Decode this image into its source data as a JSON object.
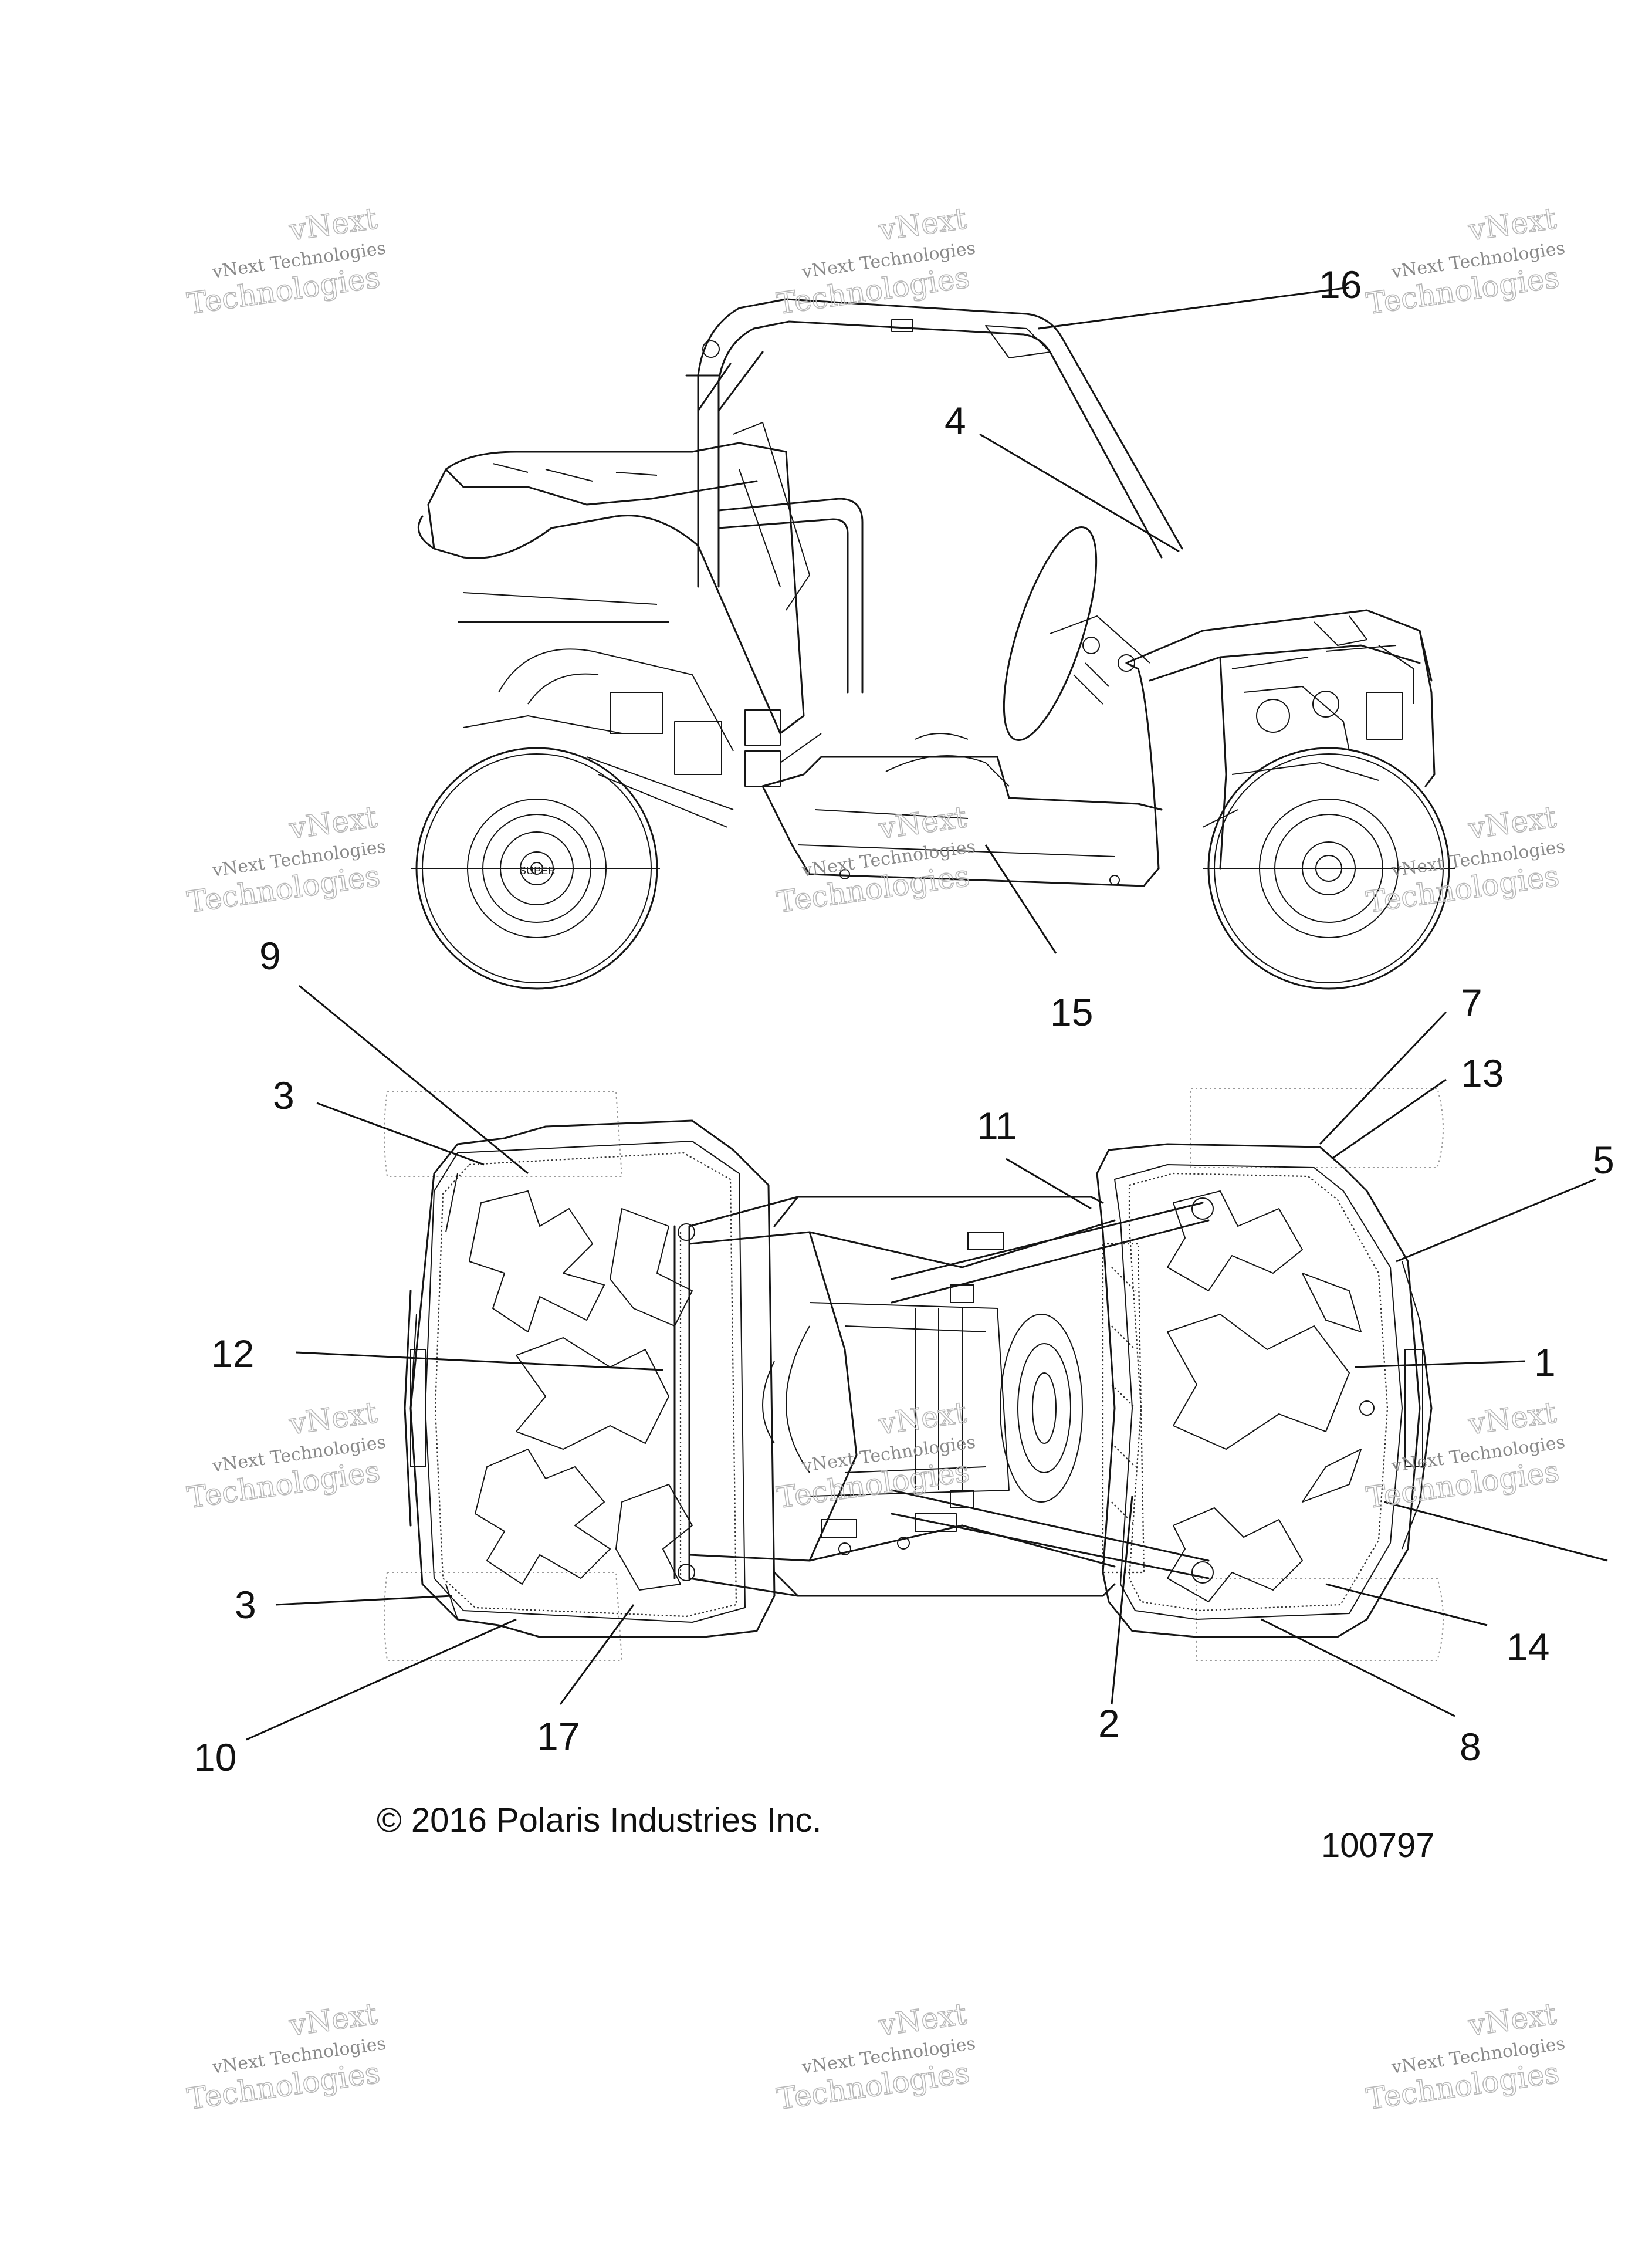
{
  "diagram": {
    "callouts": [
      "1",
      "2",
      "3",
      "4",
      "5",
      "7",
      "8",
      "9",
      "10",
      "11",
      "12",
      "13",
      "14",
      "15",
      "16",
      "17"
    ],
    "copyright": "© 2016 Polaris Industries Inc.",
    "part_number": "100797",
    "watermark": {
      "line1": "vNext",
      "line2": "vNext Technologies",
      "line3": "Technologies"
    },
    "top_view_hub_text": "SUPER"
  }
}
